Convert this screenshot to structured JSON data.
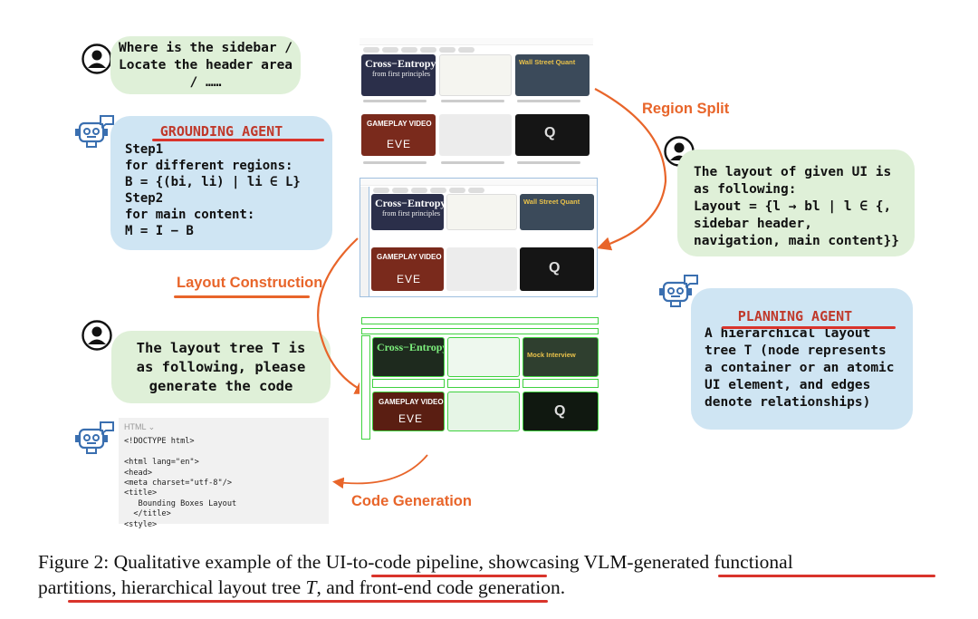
{
  "user_query_1": [
    "Where is the sidebar /",
    "Locate the header area",
    "/ ……"
  ],
  "grounding_agent": {
    "title": "GROUNDING AGENT",
    "lines": [
      "Step1",
      "for different regions:",
      "B = {(bi, li) | li ∈ L}",
      "Step2",
      "for main content:",
      "M = I − B"
    ]
  },
  "layout_reply": [
    "The layout of given UI is",
    "as following:",
    "Layout = {l → bl | l ∈ {,",
    "sidebar header,",
    "navigation, main content}}"
  ],
  "planning_agent": {
    "title": "PLANNING AGENT",
    "lines": [
      "A hierarchical layout",
      "tree T (node represents",
      "a container or an atomic",
      "UI element, and edges",
      "denote relationships)"
    ]
  },
  "user_query_2": [
    "The layout tree T is",
    "as following, please",
    "generate the code"
  ],
  "stages": {
    "region_split": "Region Split",
    "layout_construction": "Layout Construction",
    "code_generation": "Code Generation"
  },
  "code": {
    "lang": "HTML ⌄",
    "lines": [
      "<!DOCTYPE html>",
      "",
      "<html lang=\"en\">",
      "<head>",
      "<meta charset=\"utf-8\"/>",
      "<title>",
      "   Bounding Boxes Layout",
      "  </title>",
      "<style>"
    ]
  },
  "thumbnails": {
    "ce_title": "Cross−Entropy",
    "ce_sub": "from first principles",
    "ws_line1": "Wall Street Quant",
    "ws_line2": "Mock Interview",
    "gameplay": "GAMEPLAY VIDEO",
    "eve": "EVE",
    "q": "Q"
  },
  "caption": {
    "prefix": "Figure 2: Qualitative example of the ",
    "pipeline": "UI-to-code pipeline",
    "mid": ", showcasing ",
    "vlm": "VLM-generated functional",
    "partitions": "partitions, hierarchical layout tree ",
    "t": "T",
    "comma": ", and front-end code",
    "end": " generation."
  },
  "colors": {
    "accent_orange": "#e8652a",
    "underline_red": "#d9342b",
    "green_bubble": "#dff0d8",
    "blue_bubble": "#cfe5f3",
    "bbox_green": "#3fd23f"
  }
}
